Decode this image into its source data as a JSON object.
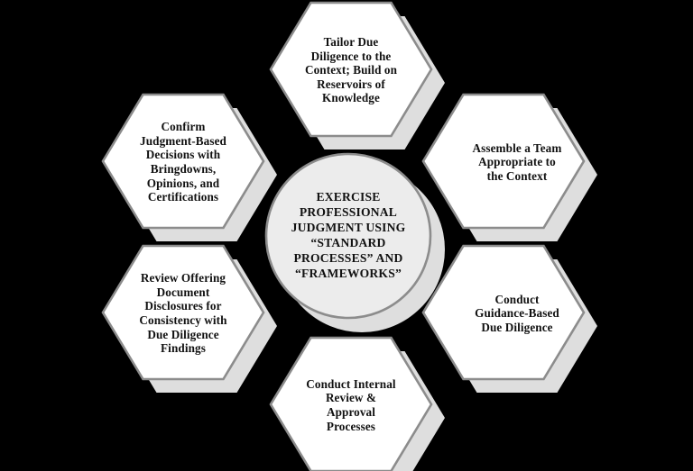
{
  "diagram": {
    "title_hidden": "",
    "background_color": "#000000",
    "hexagon_fill": "#FFFFFF",
    "hexagon_stroke": "#8C8C8C",
    "shadow_fill": "#DEDEDE",
    "circle_fill": "#ECECEC",
    "circle_stroke": "#8C8C8C",
    "text_color": "#111111",
    "center": {
      "id": "center-hub",
      "label": "EXERCISE\nPROFESSIONAL\nJUDGMENT USING\n“STANDARD\nPROCESSES” AND\n“FRAMEWORKS”",
      "shape": "circle"
    },
    "nodes": [
      {
        "id": "tailor-due-diligence",
        "position": "top",
        "shape": "hexagon",
        "label": "Tailor Due\nDiligence to the\nContext; Build on\nReservoirs of\nKnowledge"
      },
      {
        "id": "assemble-team",
        "position": "top-right",
        "shape": "hexagon",
        "label": "Assemble a Team\nAppropriate to\nthe Context"
      },
      {
        "id": "guidance-based-due-diligence",
        "position": "bottom-right",
        "shape": "hexagon",
        "label": "Conduct\nGuidance-Based\nDue Diligence"
      },
      {
        "id": "internal-review-approval",
        "position": "bottom",
        "shape": "hexagon",
        "label": "Conduct Internal\nReview &\nApproval\nProcesses"
      },
      {
        "id": "review-offering-document",
        "position": "bottom-left",
        "shape": "hexagon",
        "label": "Review Offering\nDocument\nDisclosures for\nConsistency with\nDue Diligence\nFindings"
      },
      {
        "id": "confirm-judgment-decisions",
        "position": "top-left",
        "shape": "hexagon",
        "label": "Confirm\nJudgment-Based\nDecisions with\nBringdowns,\nOpinions, and\nCertifications"
      }
    ]
  }
}
